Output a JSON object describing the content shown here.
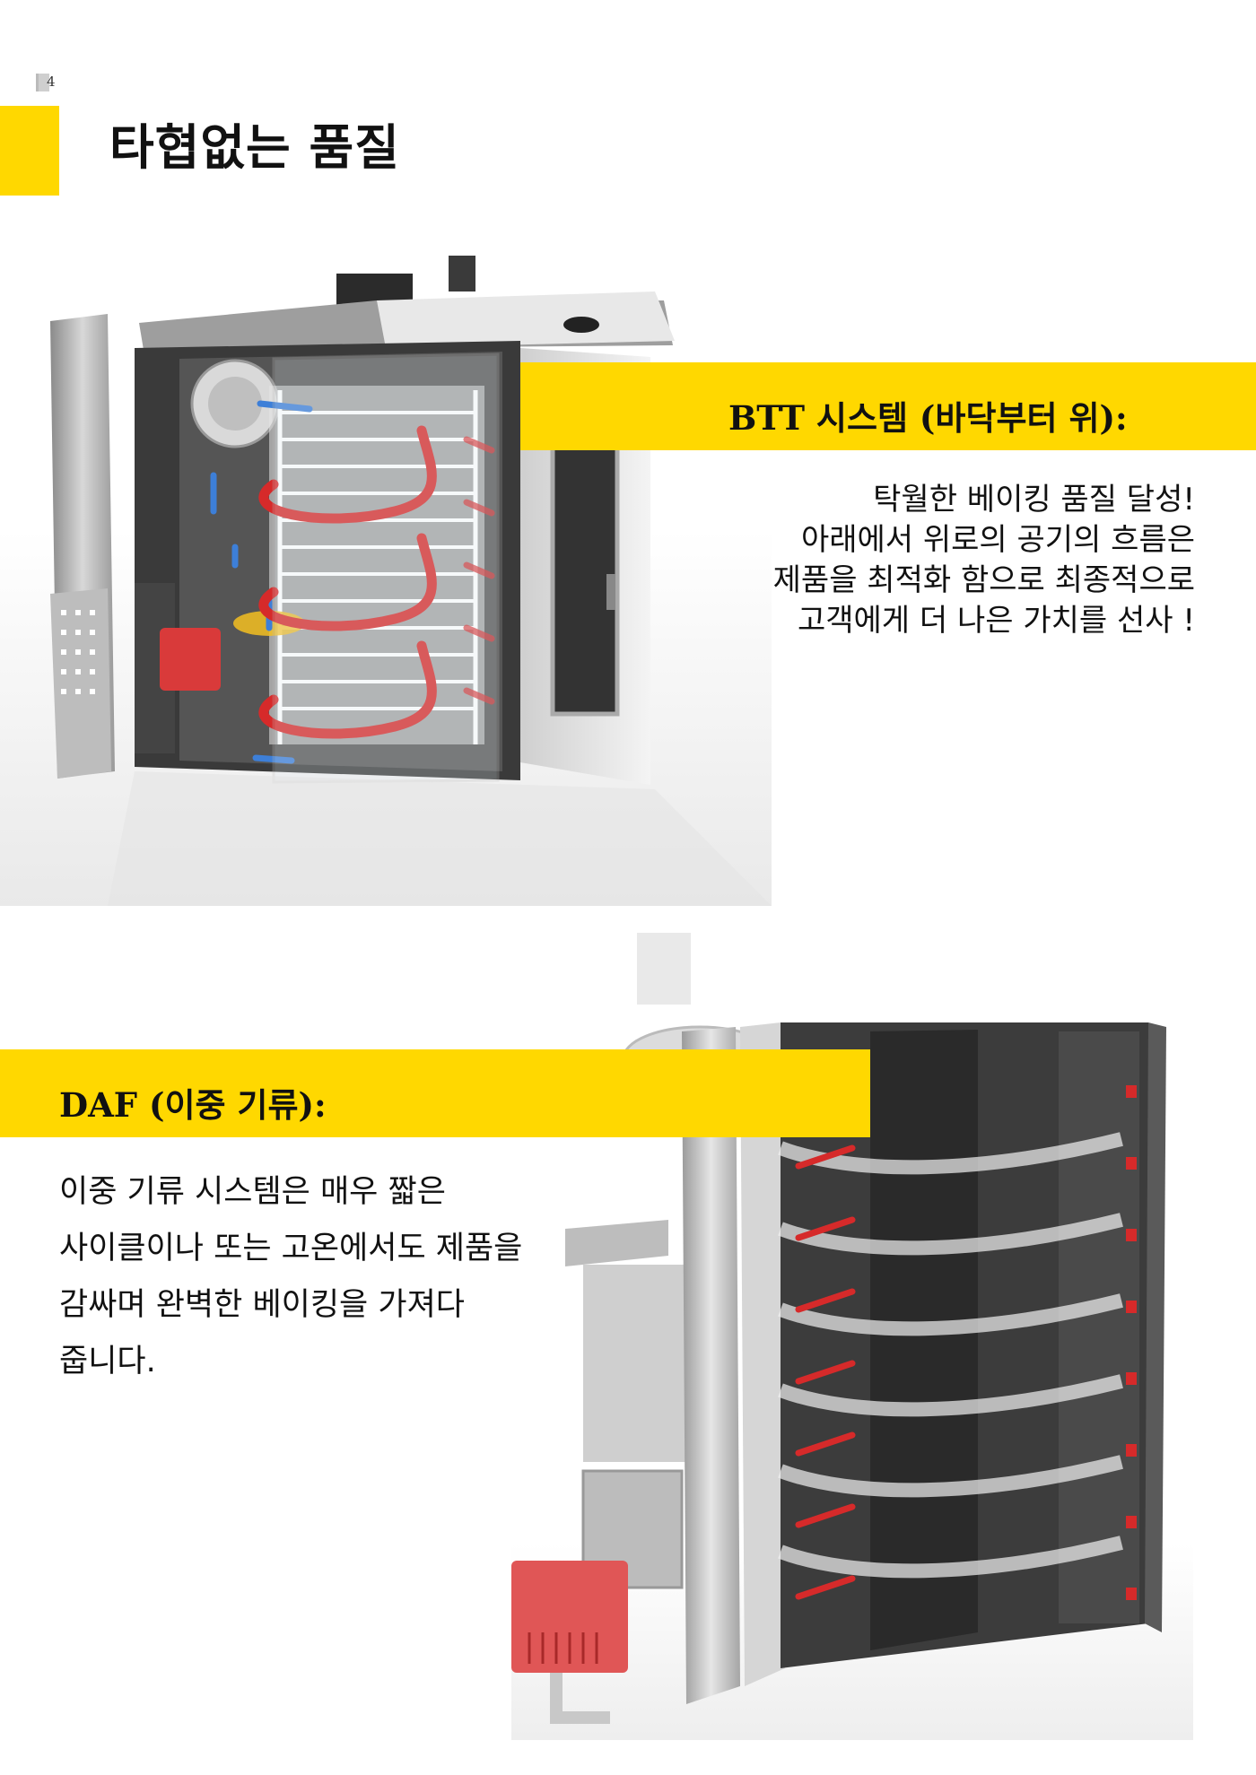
{
  "page_number": "4",
  "page_title": "타협없는 품질",
  "btt": {
    "heading": "BTT 시스템 (바닥부터 위):",
    "lines": [
      "탁월한 베이킹 품질 달성!",
      "아래에서 위로의 공기의 흐름은",
      "제품을 최적화 함으로 최종적으로",
      "고객에게 더 나은 가치를 선사 !"
    ]
  },
  "daf": {
    "heading": "DAF (이중 기류):",
    "lines": [
      "이중 기류 시스템은 매우 짧은",
      "사이클이나 또는 고온에서도 제품을",
      "감싸며 완벽한 베이킹을 가져다",
      "줍니다."
    ]
  },
  "colors": {
    "accent_yellow": "#ffd800",
    "airflow_red": "#d62a2a",
    "airflow_blue": "#3d7fd8"
  }
}
